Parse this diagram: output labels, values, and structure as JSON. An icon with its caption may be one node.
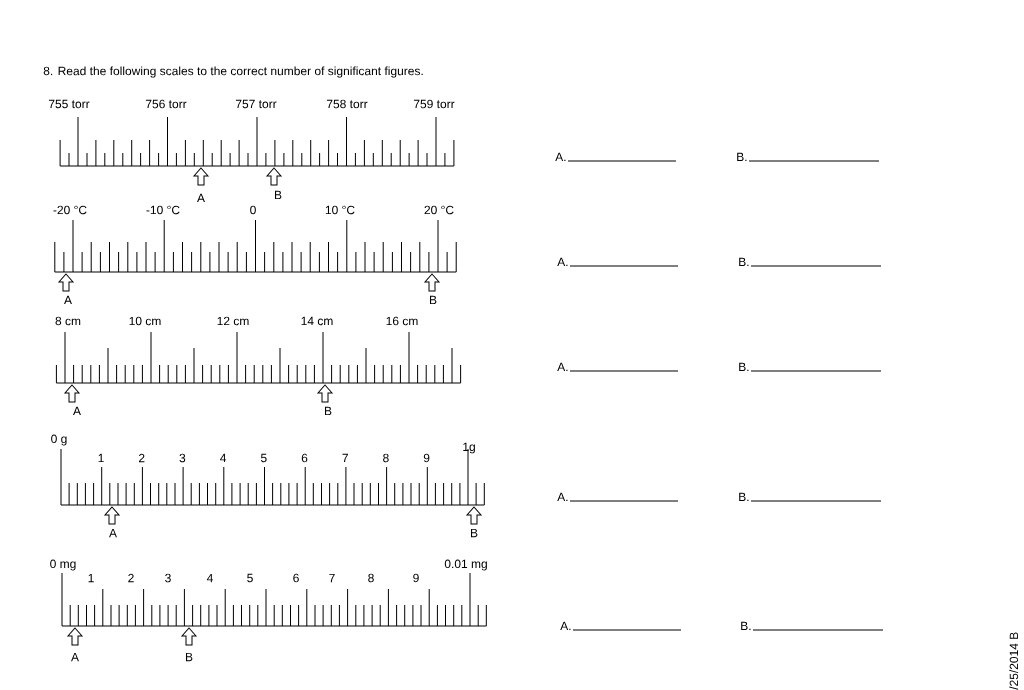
{
  "diagram": {
    "title": "8. Read the following scales to the correct number of significant figures.",
    "labels": [
      "755  torr",
      "756 torr",
      "757 torr",
      "758 torr",
      "759 torr",
      "A",
      "B",
      "A.",
      "B.",
      "-20 °C",
      "-10 °C",
      "0",
      "10 °C",
      "20 °C",
      "A",
      "B",
      "A.",
      "B.",
      "8  cm",
      "10 cm",
      "12 cm",
      "14 cm",
      "16 cm",
      "A",
      "B",
      "A.",
      "B.",
      "0 g",
      "1",
      "2",
      "3",
      "4",
      "5",
      "6",
      "7",
      "8",
      "9",
      "1g",
      "A",
      "B",
      "A.",
      "B.",
      "0 mg",
      "1",
      "2",
      "3",
      "4",
      "5",
      "6",
      "7",
      "8",
      "9",
      "0.01 mg",
      "A",
      "B",
      "A.",
      "B.",
      "/25/2014 B"
    ]
  }
}
